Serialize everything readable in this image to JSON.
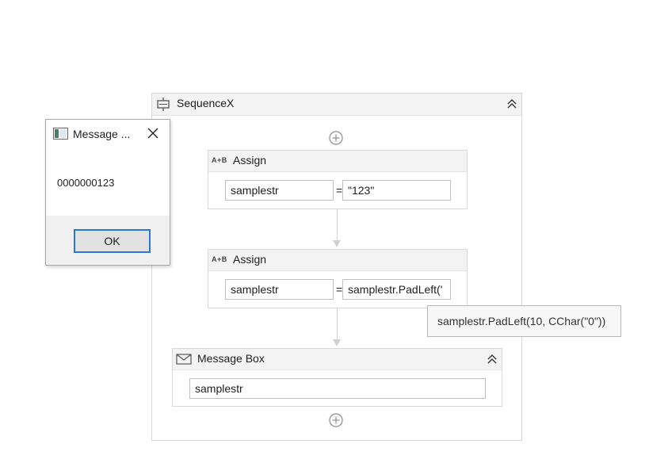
{
  "sequence": {
    "title": "SequenceX",
    "icon": "sequence-icon",
    "collapse_icon": "double-chevron-up-icon"
  },
  "assign1": {
    "title": "Assign",
    "icon_text": "A+B",
    "to_value": "samplestr",
    "equals": "=",
    "value": "\"123\""
  },
  "assign2": {
    "title": "Assign",
    "icon_text": "A+B",
    "to_value": "samplestr",
    "equals": "=",
    "value": "samplestr.PadLeft('"
  },
  "messagebox_activity": {
    "title": "Message Box",
    "icon": "envelope-icon",
    "text_value": "samplestr"
  },
  "tooltip": {
    "text": "samplestr.PadLeft(10, CChar(\"0\"))"
  },
  "dialog": {
    "title": "Message ...",
    "message": "0000000123",
    "ok_label": "OK",
    "close_icon": "close-icon"
  },
  "colors": {
    "accent": "#2b78d4",
    "header_bg": "#f3f3f3",
    "border": "#d6d6d6"
  }
}
